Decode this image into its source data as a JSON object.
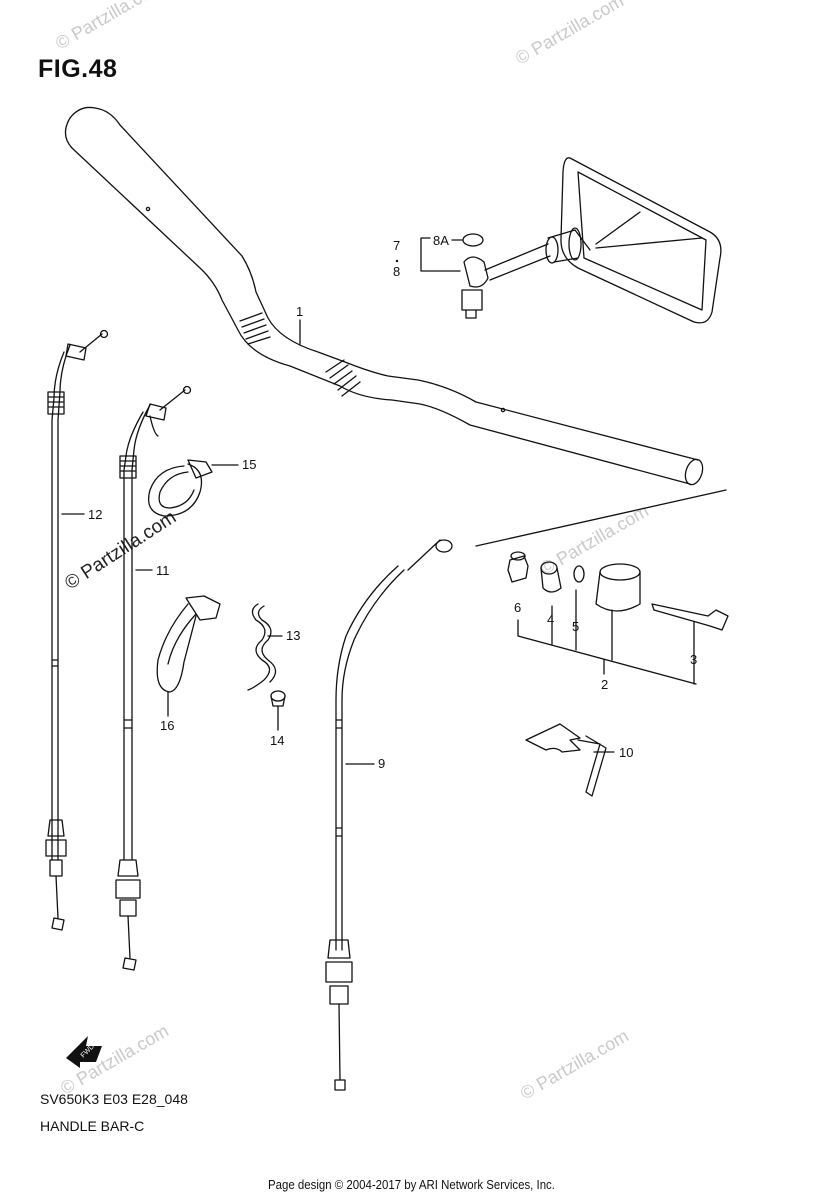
{
  "figure": {
    "title": "FIG.48",
    "model_code": "SV650K3 E03 E28_048",
    "diagram_name": "HANDLE BAR-C"
  },
  "footer": {
    "text": "Page design © 2004-2017 by ARI Network Services, Inc."
  },
  "watermark": {
    "text": "© Partzilla.com"
  },
  "direction_arrow": {
    "text": "FWD"
  },
  "callouts": {
    "c1": "1",
    "c2": "2",
    "c3": "3",
    "c4": "4",
    "c5": "5",
    "c6": "6",
    "c7": "7",
    "c8": "8",
    "c8a": "8A",
    "c9": "9",
    "c10": "10",
    "c11": "11",
    "c12": "12",
    "c13": "13",
    "c14": "14",
    "c15": "15",
    "c16": "16"
  },
  "colors": {
    "line": "#111111",
    "watermark": "#c9c9c9"
  }
}
